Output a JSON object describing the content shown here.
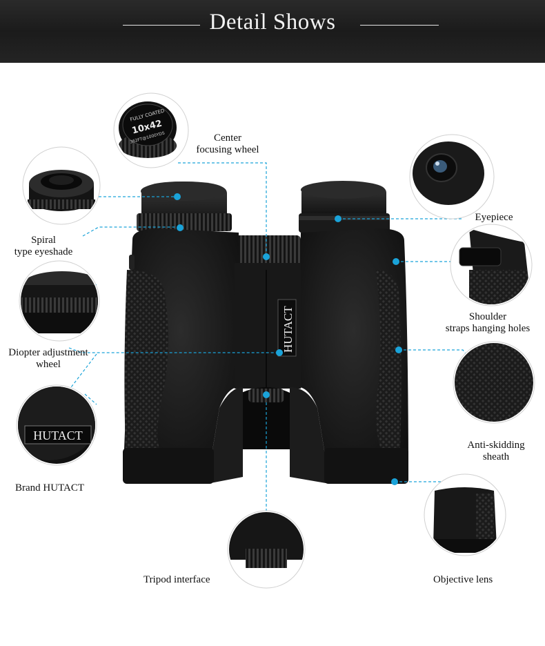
{
  "header": {
    "title": "Detail Shows"
  },
  "product": {
    "brand_text": "HUTACT"
  },
  "callouts": {
    "center_focusing_wheel": {
      "line1": "Center",
      "line2": "focusing wheel",
      "inset_text_top": "FULLY COATED",
      "inset_text_mid": "10x42",
      "inset_text_bot": "362FT@1000YDS"
    },
    "eyepiece": {
      "line1": "Eyepiece"
    },
    "spiral_eyeshade": {
      "line1": "Spiral",
      "line2": "type eyeshade"
    },
    "shoulder_straps": {
      "line1": "Shoulder",
      "line2": "straps hanging holes"
    },
    "diopter": {
      "line1": "Diopter adjustment",
      "line2": "wheel"
    },
    "anti_skidding": {
      "line1": "Anti-skidding",
      "line2": "sheath"
    },
    "brand": {
      "line1": "Brand HUTACT",
      "inset_text": "HUTACT"
    },
    "tripod": {
      "line1": "Tripod interface"
    },
    "objective": {
      "line1": "Objective lens"
    }
  },
  "colors": {
    "accent": "#1aa3d9",
    "header_bg": "#1f1f1f",
    "body_black": "#151515"
  }
}
